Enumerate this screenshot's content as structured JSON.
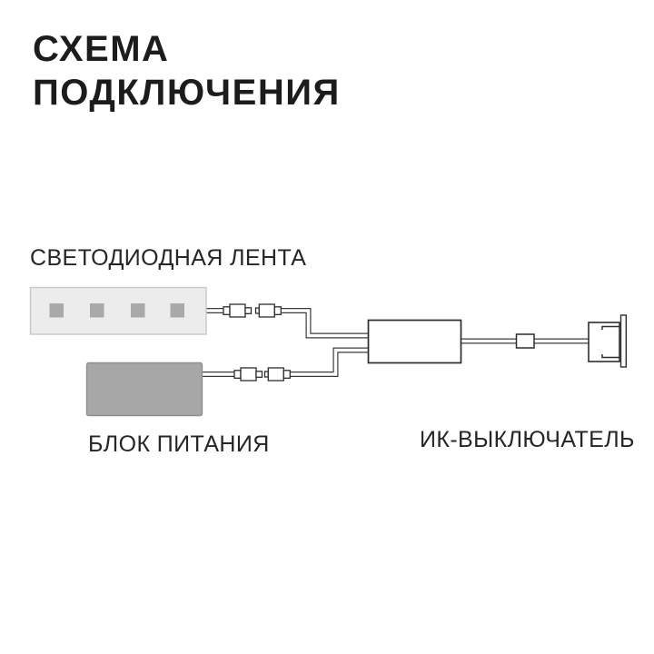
{
  "theme": {
    "bg": "#ffffff",
    "title_color": "#1c1c1c",
    "text_color": "#262626",
    "wire_color": "#3c3c3c",
    "outline_color": "#2d2d2d",
    "led_strip_fill": "#ececec",
    "led_strip_border": "#c8c8c8",
    "led_chip_fill": "#a9a9a9",
    "psu_fill": "#a7a7a7",
    "psu_border": "#8f8f8f"
  },
  "title": {
    "line1": "СХЕМА",
    "line2": "ПОДКЛЮЧЕНИЯ"
  },
  "labels": {
    "led_strip": "СВЕТОДИОДНАЯ ЛЕНТА",
    "power_supply": "БЛОК ПИТАНИЯ",
    "ir_switch": "ИК-ВЫКЛЮЧАТЕЛЬ"
  },
  "diagram": {
    "led_chip_count": 4,
    "connector_pairs": 2,
    "components": [
      "led-strip",
      "power-supply",
      "controller-box",
      "ferrite-bead",
      "ir-switch"
    ]
  }
}
